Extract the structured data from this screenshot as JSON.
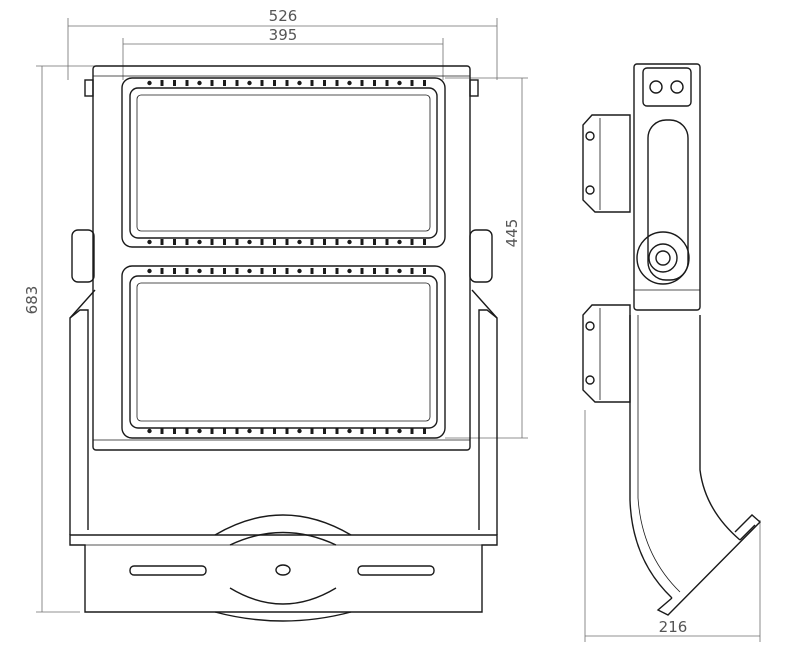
{
  "dimensions": {
    "front_width": "526",
    "module_width": "395",
    "module_height": "445",
    "total_height": "683",
    "side_depth": "216"
  },
  "colors": {
    "outline": "#1a1a1a",
    "dimension": "#6e6e6e"
  }
}
